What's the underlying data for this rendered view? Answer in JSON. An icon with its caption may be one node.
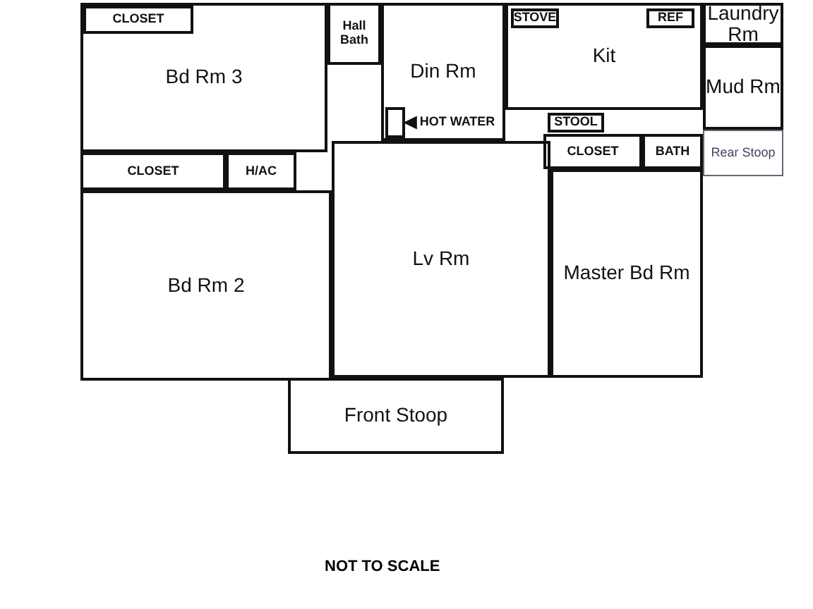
{
  "diagram": {
    "nodes": [
      {
        "text": [
          "Bd Rm 3"
        ]
      },
      {
        "text": [
          "CLOSET"
        ],
        "in": 0
      },
      {
        "text": [
          "Hall Bath"
        ]
      },
      {
        "text": [
          "Din Rm"
        ]
      },
      {
        "text": [
          "HOT WATER"
        ],
        "in": 3
      },
      {
        "text": [],
        "shape": "box",
        "in": 3
      },
      {
        "text": [
          "Kit"
        ]
      },
      {
        "text": [
          "STOVE"
        ],
        "in": 6
      },
      {
        "text": [
          "REF"
        ],
        "in": 6
      },
      {
        "text": [
          "Laundry Rm"
        ]
      },
      {
        "text": [
          "Mud Rm"
        ]
      },
      {
        "text": [
          "STOOL"
        ]
      },
      {
        "text": [
          "CLOSET"
        ]
      },
      {
        "text": [
          "H/AC"
        ]
      },
      {
        "text": [
          "CLOSET"
        ]
      },
      {
        "text": [
          "BATH"
        ]
      },
      {
        "text": [
          "Rear Stoop"
        ]
      },
      {
        "text": [
          "Bd Rm 2"
        ]
      },
      {
        "text": [
          "Lv Rm"
        ]
      },
      {
        "text": [
          "Master Bd Rm"
        ]
      },
      {
        "text": [
          "Front Stoop"
        ]
      }
    ],
    "edges": [
      {
        "from": 4,
        "to": 5,
        "arrow": "to"
      }
    ],
    "labels": [
      "NOT TO SCALE"
    ]
  }
}
